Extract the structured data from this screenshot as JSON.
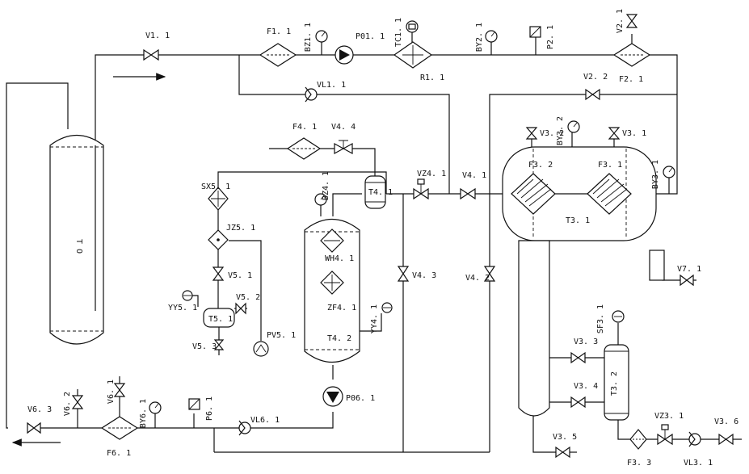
{
  "diagram": {
    "tanks": {
      "t0": "T O",
      "t3_1": "T3. 1",
      "t4_2": "T4. 2",
      "t3_2": "T3. 2",
      "t4_1": "T4. 1",
      "t5_1": "T5. 1"
    },
    "valves": {
      "v1_1": "V1. 1",
      "v2_1": "V2. 1",
      "v2_2": "V2. 2",
      "v3_1": "V3. 1",
      "v3_2": "V3. 2",
      "v3_3": "V3. 3",
      "v3_4": "V3. 4",
      "v3_5": "V3. 5",
      "v3_6": "V3. 6",
      "v4_1": "V4. 1",
      "v4_2": "V4. 2",
      "v4_3": "V4. 3",
      "v4_4": "V4. 4",
      "v5_1": "V5. 1",
      "v5_2": "V5. 2",
      "v5_3": "V5. 3",
      "v6_1": "V6. 1",
      "v6_2": "V6. 2",
      "v6_3": "V6. 3",
      "v7_1": "V7. 1",
      "vz4_1": "VZ4. 1",
      "vz3_1": "VZ3. 1"
    },
    "check_valves": {
      "vl1_1": "VL1. 1",
      "vl6_1": "VL6. 1",
      "vl3_1": "VL3. 1"
    },
    "filters": {
      "f1_1": "F1. 1",
      "f2_1": "F2. 1",
      "f3_1": "F3. 1",
      "f3_2": "F3. 2",
      "f3_3": "F3. 3",
      "f4_1": "F4. 1",
      "f6_1": "F6. 1",
      "jz5_1": "JZ5. 1"
    },
    "exchangers": {
      "r1_1": "R1. 1",
      "sx5_1": "SX5. 1",
      "wh4_1": "WH4. 1",
      "zf4_1": "ZF4. 1"
    },
    "pumps": {
      "p01_1": "P01. 1",
      "p06_1": "P06. 1",
      "pv5_1": "PV5. 1"
    },
    "gauges": {
      "bz1_1": "BZ1. 1",
      "tc1_1": "TC1. 1",
      "by2_1": "BY2. 1",
      "p2_1": "P2. 1",
      "by3_1": "BY3. 1",
      "by3_2": "BY3. 2",
      "bz4_1": "BZ4. 1",
      "yy4_1": "YY4. 1",
      "yy5_1": "YY5. 1",
      "sf3_1": "SF3. 1",
      "by6_1": "BY6. 1",
      "p6_1": "P6. 1"
    }
  }
}
